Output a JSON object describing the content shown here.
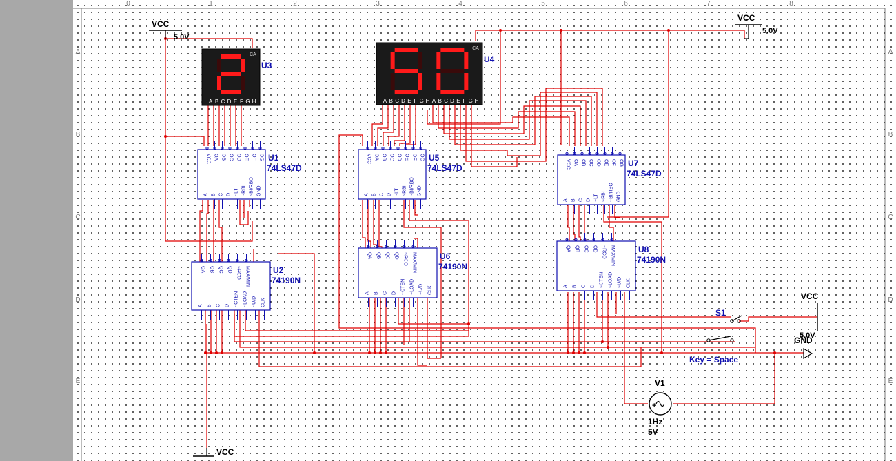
{
  "ruler": {
    "columns": [
      "0",
      "1",
      "2",
      "3",
      "4",
      "5",
      "6",
      "7",
      "8"
    ],
    "rows": [
      "A",
      "B",
      "C",
      "D",
      "E"
    ]
  },
  "displays": [
    {
      "ref": "U3",
      "digits": "2",
      "corner": "CA",
      "pins": "ABCDEFGH"
    },
    {
      "ref": "U4",
      "digits": "50",
      "corner": "CA",
      "pins": "ABCDEFGHABCDEFGH"
    }
  ],
  "decoders": [
    {
      "ref": "U1",
      "part": "74LS47D"
    },
    {
      "ref": "U5",
      "part": "74LS47D"
    },
    {
      "ref": "U7",
      "part": "74LS47D"
    }
  ],
  "counters": [
    {
      "ref": "U2",
      "part": "74190N"
    },
    {
      "ref": "U6",
      "part": "74190N"
    },
    {
      "ref": "U8",
      "part": "74190N"
    }
  ],
  "decoder_pins_top": [
    "VCC",
    "OA",
    "OB",
    "OC",
    "OD",
    "OE",
    "OF",
    "OG"
  ],
  "decoder_pins_bottom": [
    "A",
    "B",
    "C",
    "D",
    "~LT",
    "~RBI",
    "~BI/RBO",
    "GND"
  ],
  "counter_pins_top": [
    "QA",
    "QB",
    "QC",
    "QD",
    "~RCO",
    "MAX/MIN"
  ],
  "counter_pins_bottom": [
    "A",
    "B",
    "C",
    "D",
    "~CTEN",
    "~LOAD",
    "~U/D",
    "CLK"
  ],
  "power": {
    "vcc_label": "VCC",
    "vcc_value": "5.0V",
    "gnd_label": "GND"
  },
  "switch": {
    "ref": "S1",
    "key_label": "Key = Space"
  },
  "source": {
    "ref": "V1",
    "freq": "1Hz",
    "amp": "5V"
  },
  "colors": {
    "wire": "#e00000",
    "component": "#1010b0",
    "display_bg": "#1a1a1a",
    "segment_on": "#ff1a1a",
    "segment_off": "#3a0a0a",
    "ruler": "#7a7a7a"
  }
}
